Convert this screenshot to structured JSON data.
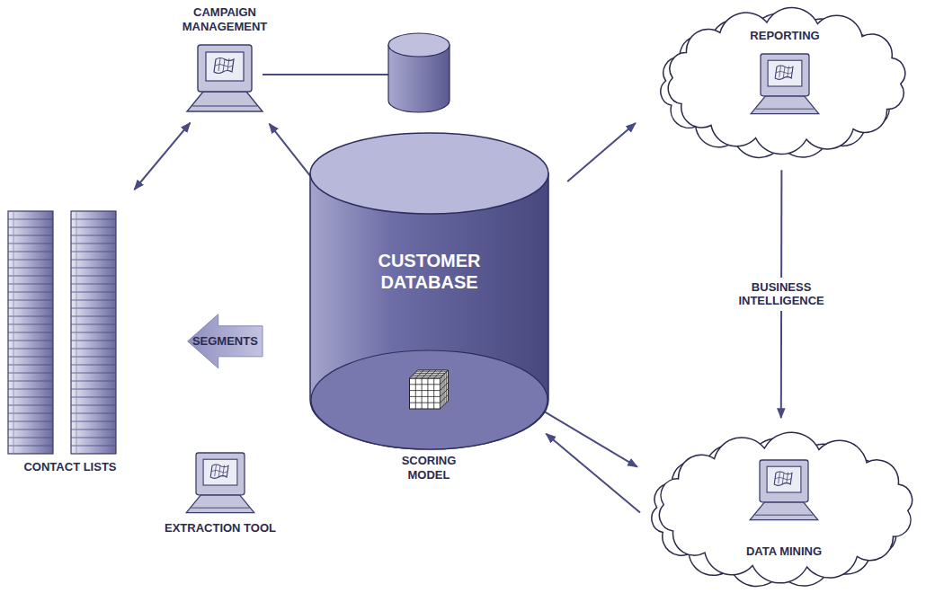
{
  "diagram": {
    "nodes": [
      {
        "text": [
          "CAMPAIGN MANAGEMENT"
        ]
      },
      {
        "text": [
          "CUSTOMER DATABASE"
        ]
      },
      {
        "text": [
          "SCORING MODEL"
        ],
        "in": 1
      },
      {
        "text": [
          "CONTACT LISTS"
        ]
      },
      {
        "text": [
          "EXTRACTION TOOL"
        ]
      },
      {
        "text": [
          "REPORTING"
        ]
      },
      {
        "text": [
          "DATA MINING"
        ]
      }
    ],
    "edges": [
      {
        "from": 0,
        "to": 3,
        "arrow": "both"
      },
      {
        "from": 0,
        "to": 1,
        "arrow": "both"
      },
      {
        "from": 1,
        "to": 5,
        "arrow": "to"
      },
      {
        "from": 5,
        "to": 6,
        "label": "BUSINESS INTELLIGENCE",
        "arrow": "to"
      },
      {
        "from": 1,
        "to": 6,
        "arrow": "to"
      },
      {
        "from": 6,
        "to": 1,
        "arrow": "to"
      },
      {
        "from": 1,
        "to": 3,
        "label": "SEGMENTS",
        "arrow": "to"
      }
    ]
  }
}
